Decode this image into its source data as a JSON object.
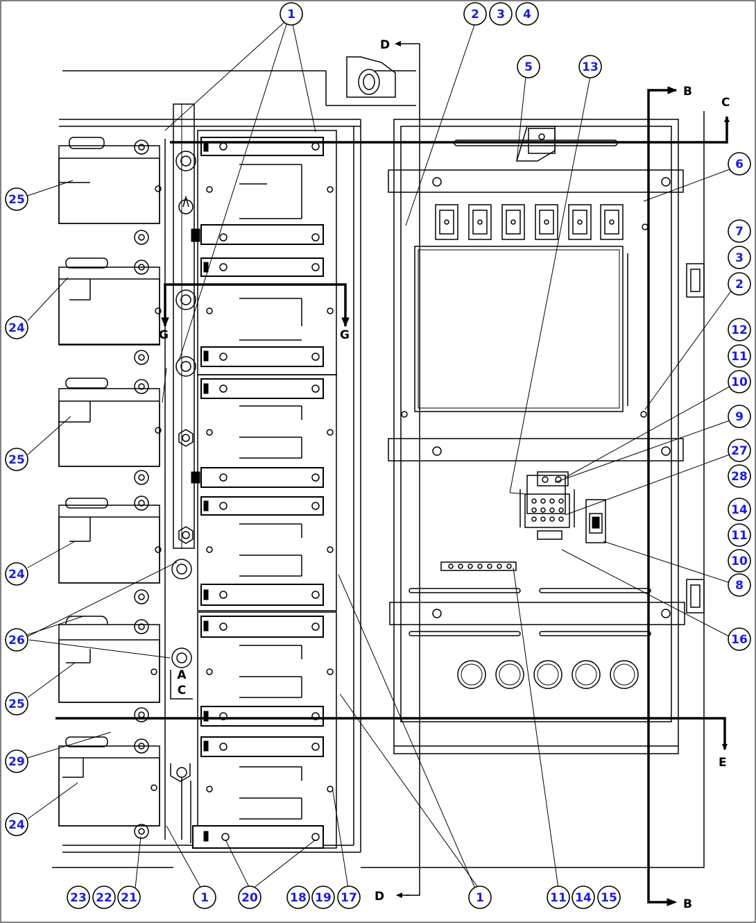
{
  "callouts": [
    {
      "id": "c1a",
      "text": "1"
    },
    {
      "id": "c2a",
      "text": "2"
    },
    {
      "id": "c3a",
      "text": "3"
    },
    {
      "id": "c4a",
      "text": "4"
    },
    {
      "id": "c5",
      "text": "5"
    },
    {
      "id": "c13a",
      "text": "13"
    },
    {
      "id": "c6",
      "text": "6"
    },
    {
      "id": "c7",
      "text": "7"
    },
    {
      "id": "c3b",
      "text": "3"
    },
    {
      "id": "c2b",
      "text": "2"
    },
    {
      "id": "c12",
      "text": "12"
    },
    {
      "id": "c11a",
      "text": "11"
    },
    {
      "id": "c10a",
      "text": "10"
    },
    {
      "id": "c9",
      "text": "9"
    },
    {
      "id": "c27",
      "text": "27"
    },
    {
      "id": "c28",
      "text": "28"
    },
    {
      "id": "c14a",
      "text": "14"
    },
    {
      "id": "c11b",
      "text": "11"
    },
    {
      "id": "c10b",
      "text": "10"
    },
    {
      "id": "c8",
      "text": "8"
    },
    {
      "id": "c16",
      "text": "16"
    },
    {
      "id": "c25a",
      "text": "25"
    },
    {
      "id": "c24a",
      "text": "24"
    },
    {
      "id": "c25b",
      "text": "25"
    },
    {
      "id": "c24b",
      "text": "24"
    },
    {
      "id": "c26",
      "text": "26"
    },
    {
      "id": "c25c",
      "text": "25"
    },
    {
      "id": "c29",
      "text": "29"
    },
    {
      "id": "c24c",
      "text": "24"
    },
    {
      "id": "c23",
      "text": "23"
    },
    {
      "id": "c22",
      "text": "22"
    },
    {
      "id": "c21",
      "text": "21"
    },
    {
      "id": "c1b",
      "text": "1"
    },
    {
      "id": "c20",
      "text": "20"
    },
    {
      "id": "c18",
      "text": "18"
    },
    {
      "id": "c19",
      "text": "19"
    },
    {
      "id": "c17",
      "text": "17"
    },
    {
      "id": "c1c",
      "text": "1"
    },
    {
      "id": "c11c",
      "text": "11"
    },
    {
      "id": "c14b",
      "text": "14"
    },
    {
      "id": "c15",
      "text": "15"
    }
  ],
  "section_labels": [
    {
      "id": "sD1",
      "text": "D"
    },
    {
      "id": "sD2",
      "text": "D"
    },
    {
      "id": "sB1",
      "text": "B"
    },
    {
      "id": "sB2",
      "text": "B"
    },
    {
      "id": "sC",
      "text": "C"
    },
    {
      "id": "sE",
      "text": "E"
    },
    {
      "id": "sG1",
      "text": "G"
    },
    {
      "id": "sG2",
      "text": "G"
    }
  ],
  "fuse_labels": [
    "A",
    "C"
  ]
}
